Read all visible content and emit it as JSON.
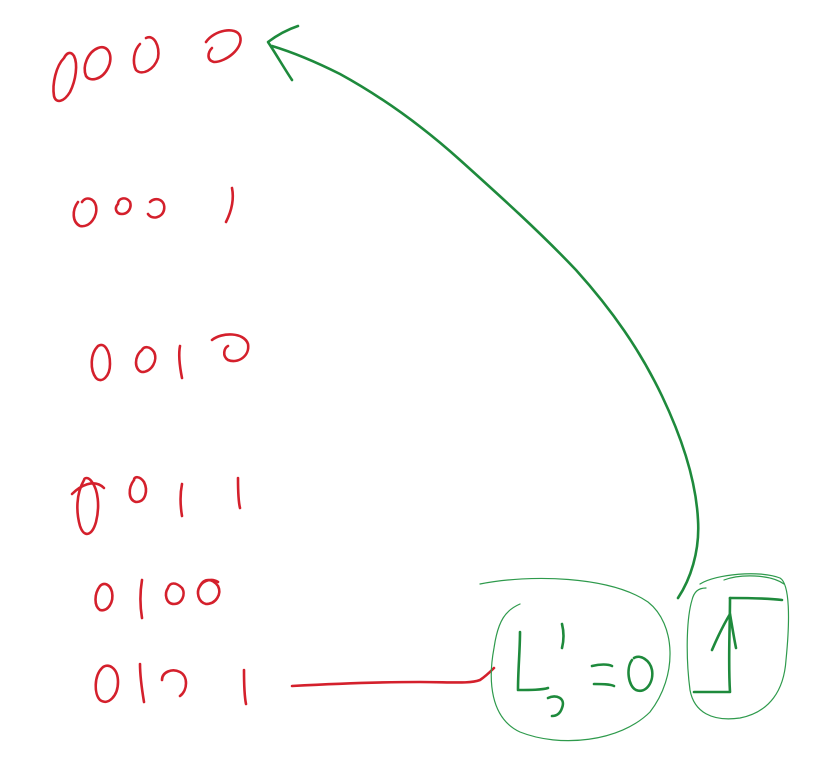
{
  "binary_rows": [
    "0000",
    "0001",
    "0010",
    "0011",
    "0100",
    "0101"
  ],
  "note_label": "L'D = 0",
  "colors": {
    "sequence_ink": "#d4202c",
    "annotation_ink": "#1e8a3c"
  }
}
